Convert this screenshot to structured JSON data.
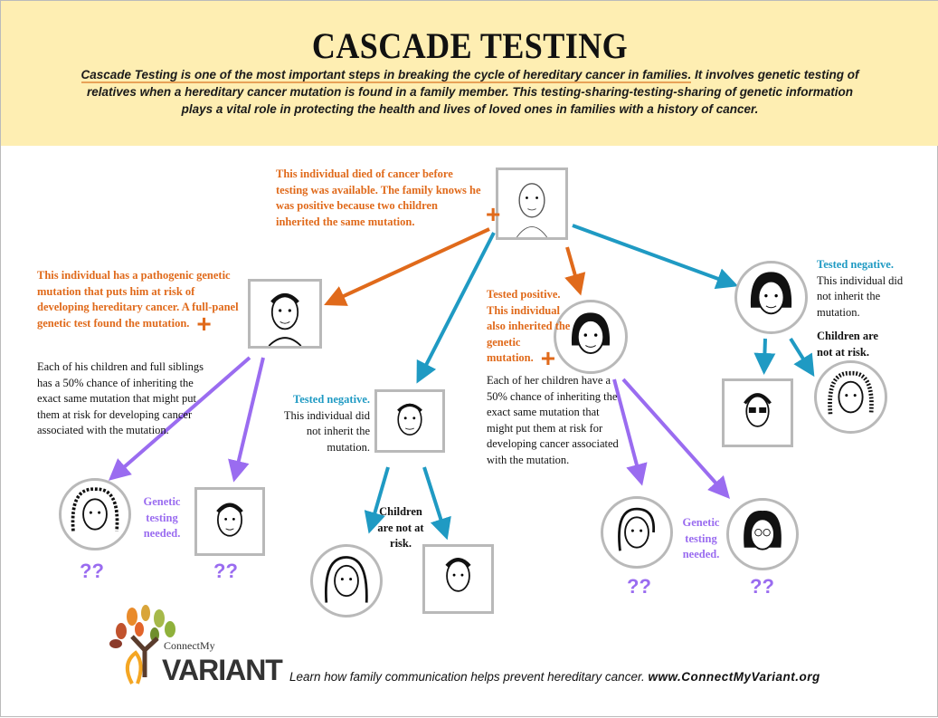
{
  "header": {
    "title": "CASCADE TESTING",
    "intro_underlined": "Cascade Testing is one of the most important steps in breaking the cycle of hereditary cancer in families.",
    "intro_rest": " It involves genetic testing of relatives when a hereditary cancer mutation is found in a family member. This testing-sharing-testing-sharing of genetic information plays a vital role in protecting the health and lives of loved ones in families with a history of cancer."
  },
  "grandfather": {
    "note": "This individual died of cancer before testing was available. The family knows he was positive because two children inherited the same mutation.",
    "marker": "+"
  },
  "son": {
    "note": "This individual has a pathogenic genetic mutation that puts him at risk of developing hereditary cancer. A full-panel genetic test found the mutation.",
    "marker": "+",
    "children_note": "Each of his children and full siblings has a 50% chance of inheriting the exact same mutation that might put them at risk for developing cancer associated with the mutation."
  },
  "son2": {
    "status": "Tested negative.",
    "note": "This individual did not inherit the mutation.",
    "children_note": "Children are not at risk."
  },
  "daughter": {
    "status": "Tested positive.",
    "note": "This individual also inherited the genetic mutation.",
    "marker": "+",
    "children_note": "Each of her children have a 50% chance of inheriting the exact same mutation that might put them at risk for developing cancer associated with the mutation."
  },
  "daughter2": {
    "status": "Tested negative.",
    "note": "This individual did not inherit the mutation.",
    "children_note": "Children are not at risk."
  },
  "grandchildren": {
    "genetic_testing_needed": "Genetic testing needed.",
    "unknown": "??"
  },
  "footer": {
    "logo_small": "ConnectMy",
    "logo_big": "VARIANT",
    "tagline": "Learn how family communication helps prevent hereditary cancer.",
    "url": "www.ConnectMyVariant.org"
  },
  "colors": {
    "positive": "#e06a1b",
    "negative": "#1f9ac3",
    "unknown": "#9a6cf0",
    "header_bg": "#feeeb2"
  }
}
